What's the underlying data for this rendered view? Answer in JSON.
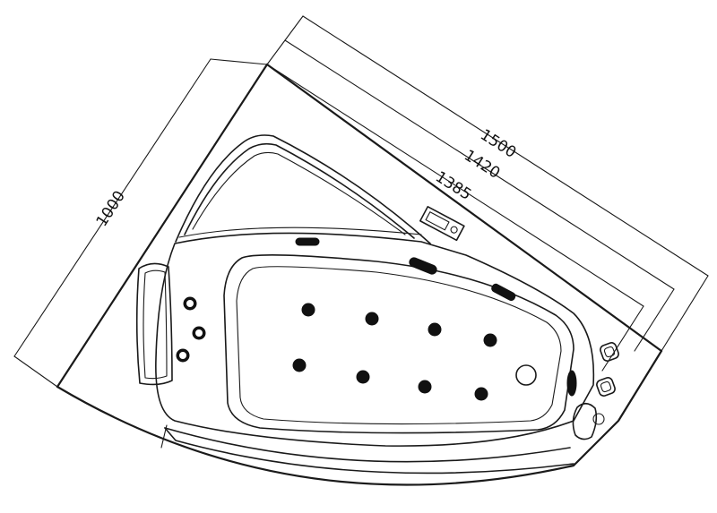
{
  "dimensions": {
    "d1500": "1500",
    "d1420": "1420",
    "d1385": "1385",
    "d1000": "1000"
  },
  "jets": {
    "body_jet_count": 8,
    "pillow_jet_count": 3,
    "side_jet_count": 1
  },
  "icons": {
    "control_panel": "control-panel-icon",
    "drain": "drain-icon",
    "headrest": "headrest-pillow-icon",
    "knobs": "control-knob-icon",
    "faucet": "faucet-spout-icon"
  },
  "colors": {
    "line": "#1a1a1a",
    "background": "#ffffff"
  }
}
